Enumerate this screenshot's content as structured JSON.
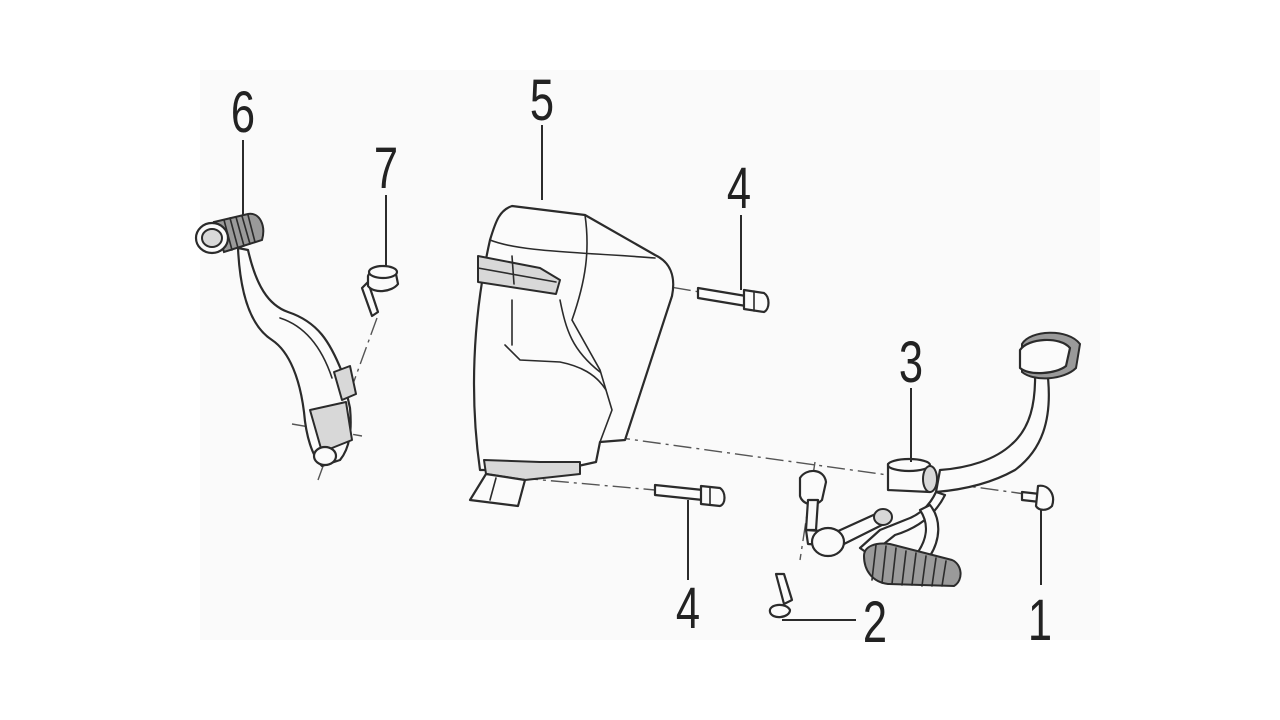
{
  "callouts": {
    "c1": "1",
    "c2": "2",
    "c3": "3",
    "c4_top": "4",
    "c4_bottom": "4",
    "c5": "5",
    "c6": "6",
    "c7": "7"
  },
  "colors": {
    "line": "#2b2b2b",
    "fill": "#fbfbfb",
    "shade": "#d8d8d8"
  }
}
